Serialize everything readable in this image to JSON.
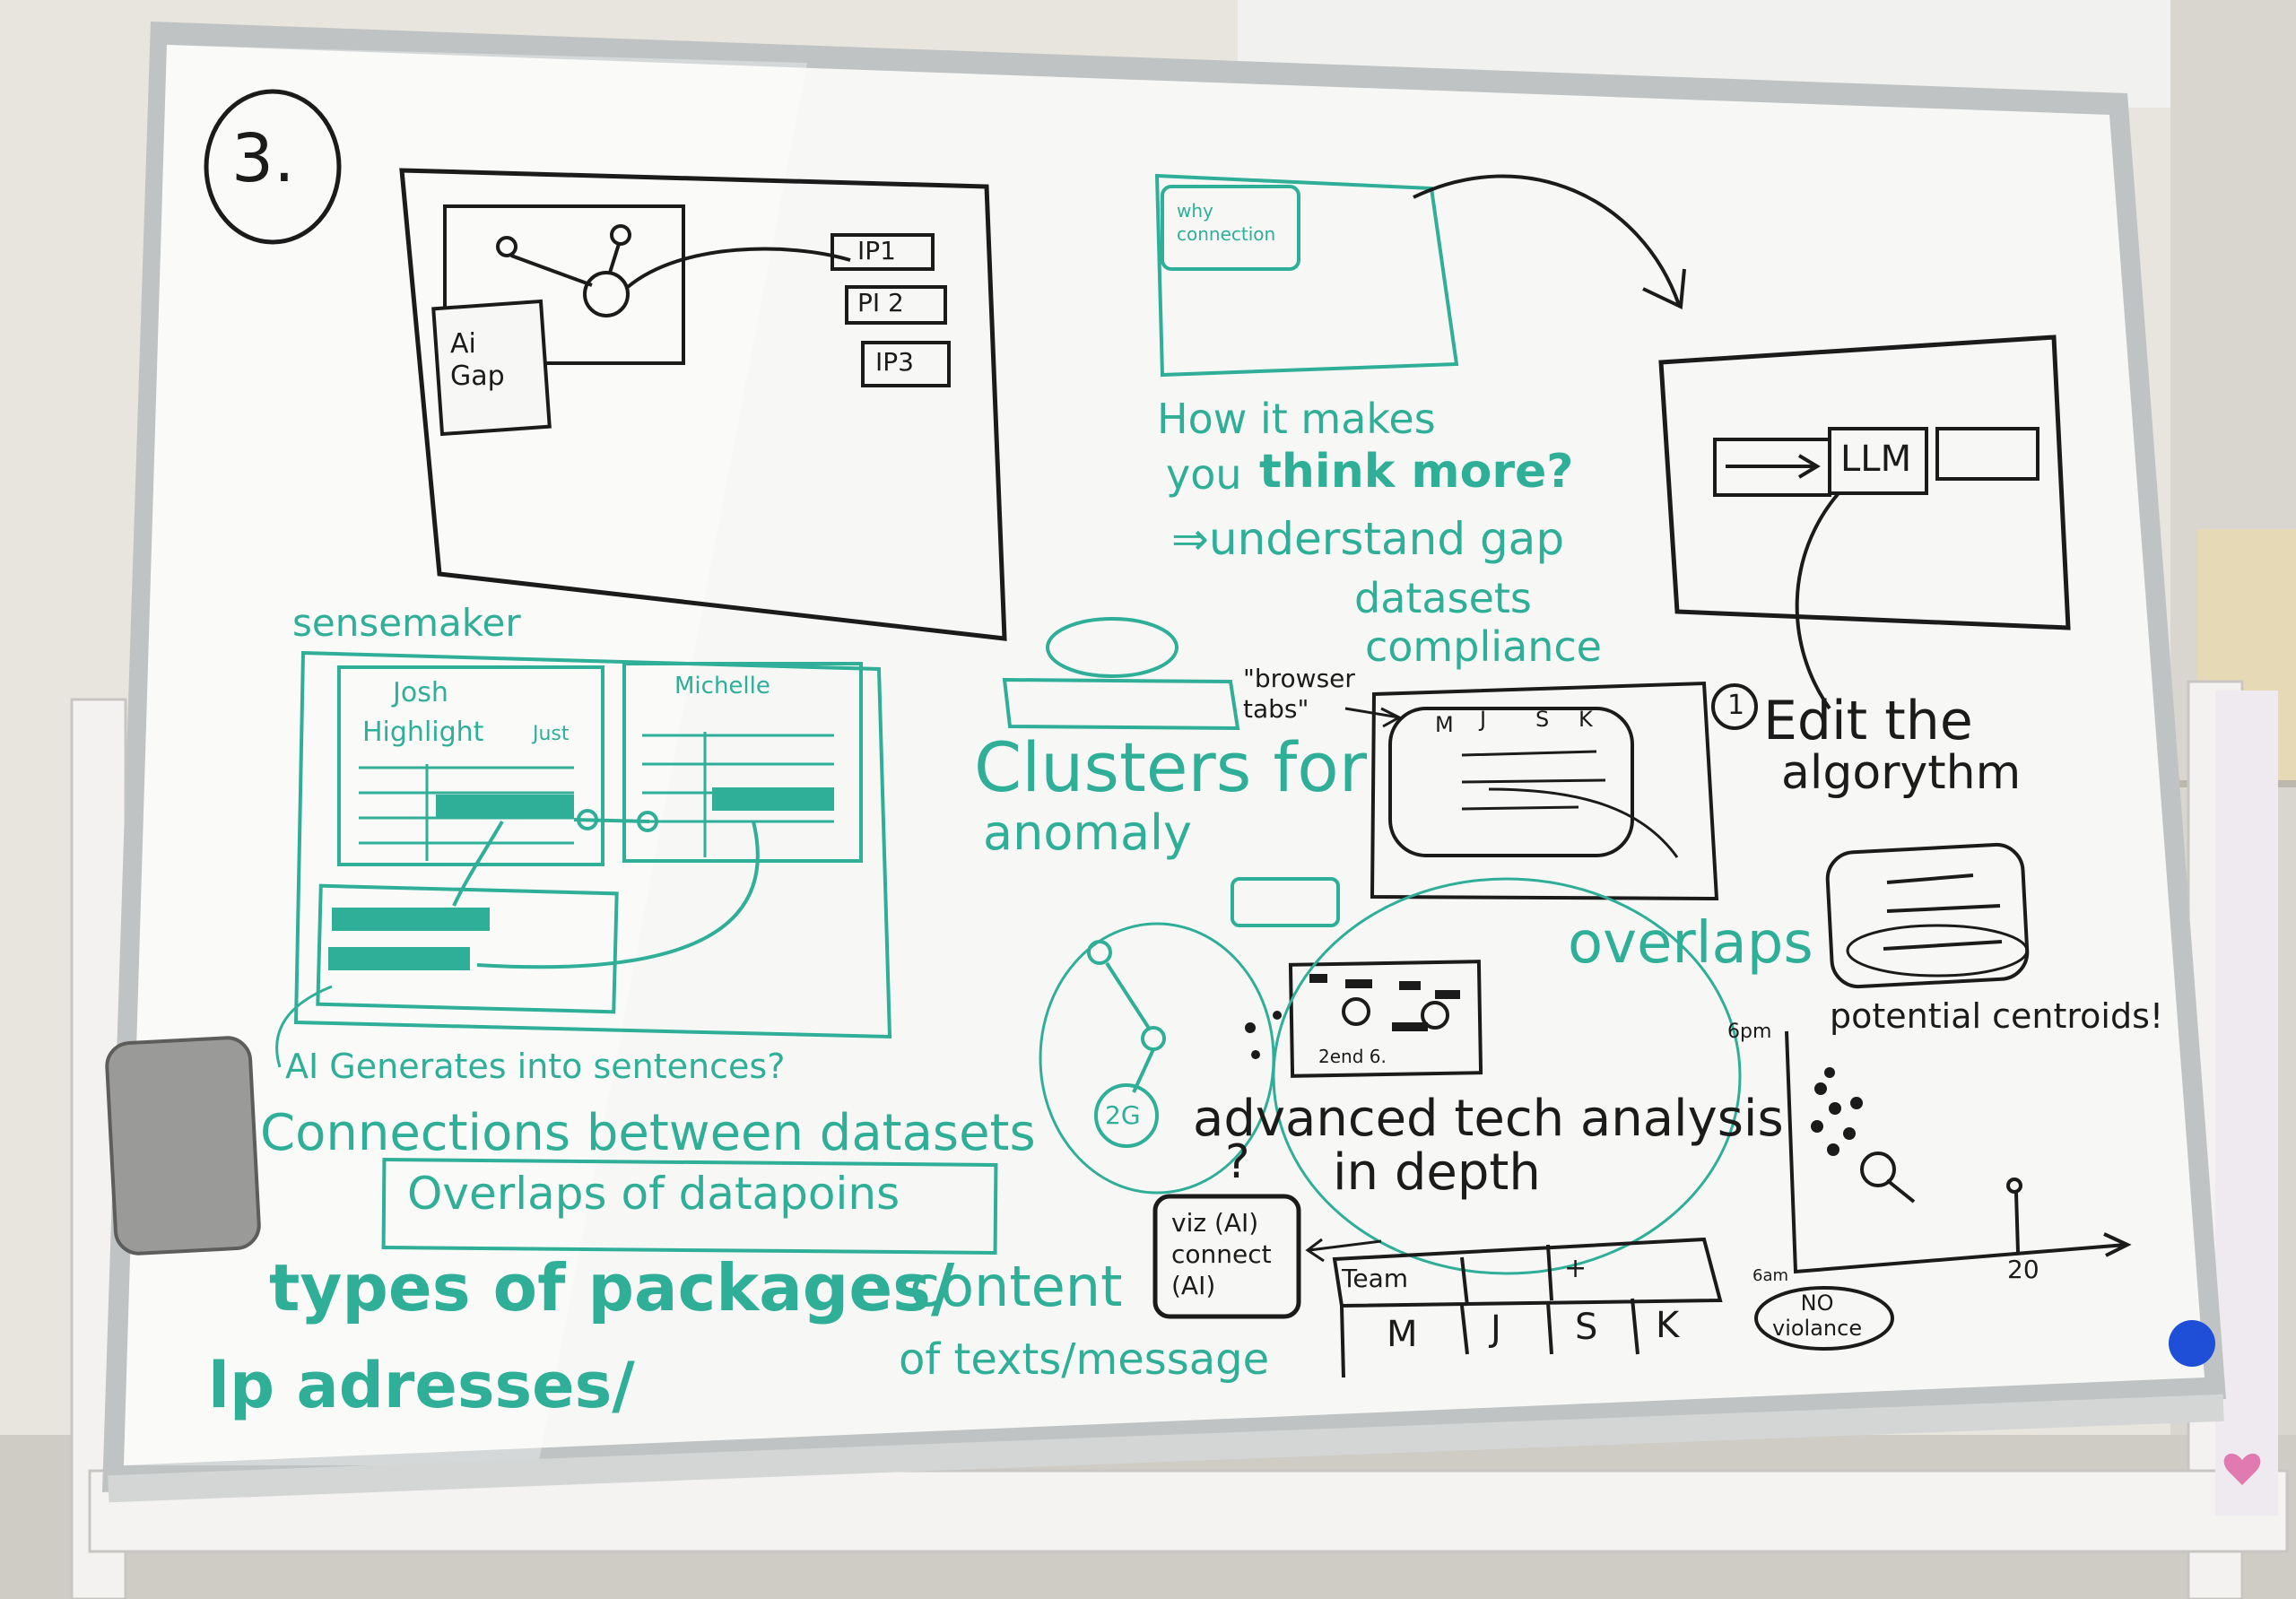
{
  "colors": {
    "wall": "#e9e6e1",
    "board": "#f7f8f6",
    "frame": "#b9bdbd",
    "teal_marker": "#2fae98",
    "black_marker": "#1b1b1b",
    "magnet": "#1f4fd6"
  },
  "board": {
    "section_number": "3.",
    "top_left_sketch": {
      "ai_gap_label": "Ai\nGap",
      "ip_labels": [
        "IP1",
        "PI 2",
        "IP3"
      ]
    },
    "why_box": {
      "label": "why\nconnection",
      "question_line1": "How it makes",
      "question_line2_a": "you",
      "question_line2_b": "think more?",
      "arrow_understand": "⇒understand gap",
      "datasets": "datasets",
      "compliance": "compliance"
    },
    "llm_box": {
      "llm_label": "LLM",
      "edit_number": "1",
      "edit_line1": "Edit the",
      "edit_line2": "algorythm"
    },
    "sensemaker": {
      "title": "sensemaker",
      "panel_josh": "Josh",
      "highlight": "Highlight",
      "just": "Just",
      "panel_michelle": "Michelle",
      "ai_generates": "AI Generates into sentences?",
      "connections": "Connections between datasets",
      "overlaps_datapoints": "Overlaps of datapoins"
    },
    "clusters": {
      "line1": "Clusters for",
      "line2": "anomaly",
      "browser_tabs": "\"browser\ntabs\"",
      "tab_letters": [
        "M",
        "J",
        "S",
        "K"
      ],
      "overlaps": "overlaps",
      "zoom_label": "2end 6.",
      "node_2g": "2G",
      "advanced_line1": "advanced tech analysis",
      "advanced_line2": "in depth"
    },
    "viz_box": {
      "question": "?",
      "label": "viz (AI)\nconnect\n(AI)"
    },
    "team_table": {
      "team": "Team",
      "plus": "+",
      "members": [
        "M",
        "J",
        "S",
        "K"
      ]
    },
    "scatter": {
      "potential_centroids": "potential centroids!",
      "y_top_label": "6pm",
      "y_bottom_label": "6am",
      "x_tick": "20",
      "no_violance": "NO\nviolance"
    },
    "bottom_notes": {
      "types_line1": "types of packages/",
      "content": "content",
      "ip_line": "lp adresses/",
      "of_texts": "of texts/message"
    }
  }
}
